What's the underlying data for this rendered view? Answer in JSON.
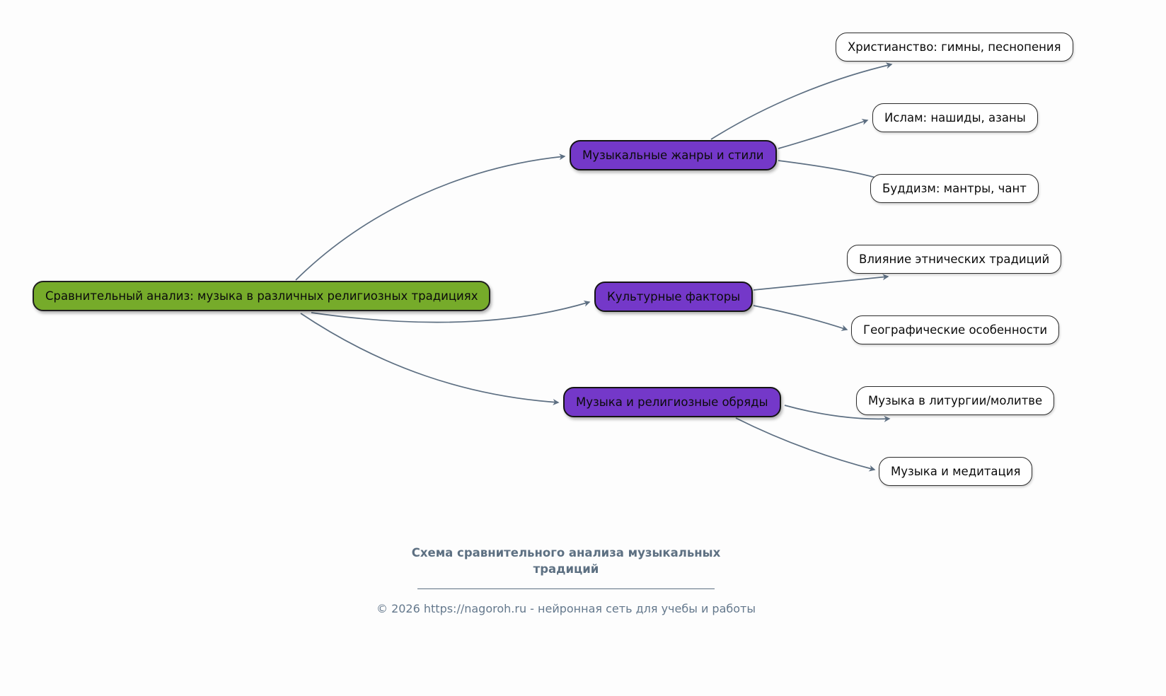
{
  "mindmap": {
    "root": {
      "label": "Сравнительный анализ: музыка в различных религиозных традициях"
    },
    "branches": [
      {
        "label": "Музыкальные жанры и стили",
        "children": [
          {
            "label": "Христианство: гимны, песнопения"
          },
          {
            "label": "Ислам: нашиды, азаны"
          },
          {
            "label": "Буддизм: мантры, чант"
          }
        ]
      },
      {
        "label": "Культурные факторы",
        "children": [
          {
            "label": "Влияние этнических традиций"
          },
          {
            "label": "Географические особенности"
          }
        ]
      },
      {
        "label": "Музыка и религиозные обряды",
        "children": [
          {
            "label": "Музыка в литургии/молитве"
          },
          {
            "label": "Музыка и медитация"
          }
        ]
      }
    ]
  },
  "footer": {
    "caption": "Схема сравнительного анализа музыкальных традиций",
    "copyright": "© 2026 https://nagoroh.ru - нейронная сеть для учебы и работы"
  },
  "colors": {
    "root_fill": "#76ab2a",
    "branch_fill": "#7438c9",
    "leaf_fill": "#ffffff",
    "node_border": "#1f1f1f",
    "connector": "#5d6f82",
    "footer_text": "#5d7082",
    "background": "#fdfdfd"
  }
}
